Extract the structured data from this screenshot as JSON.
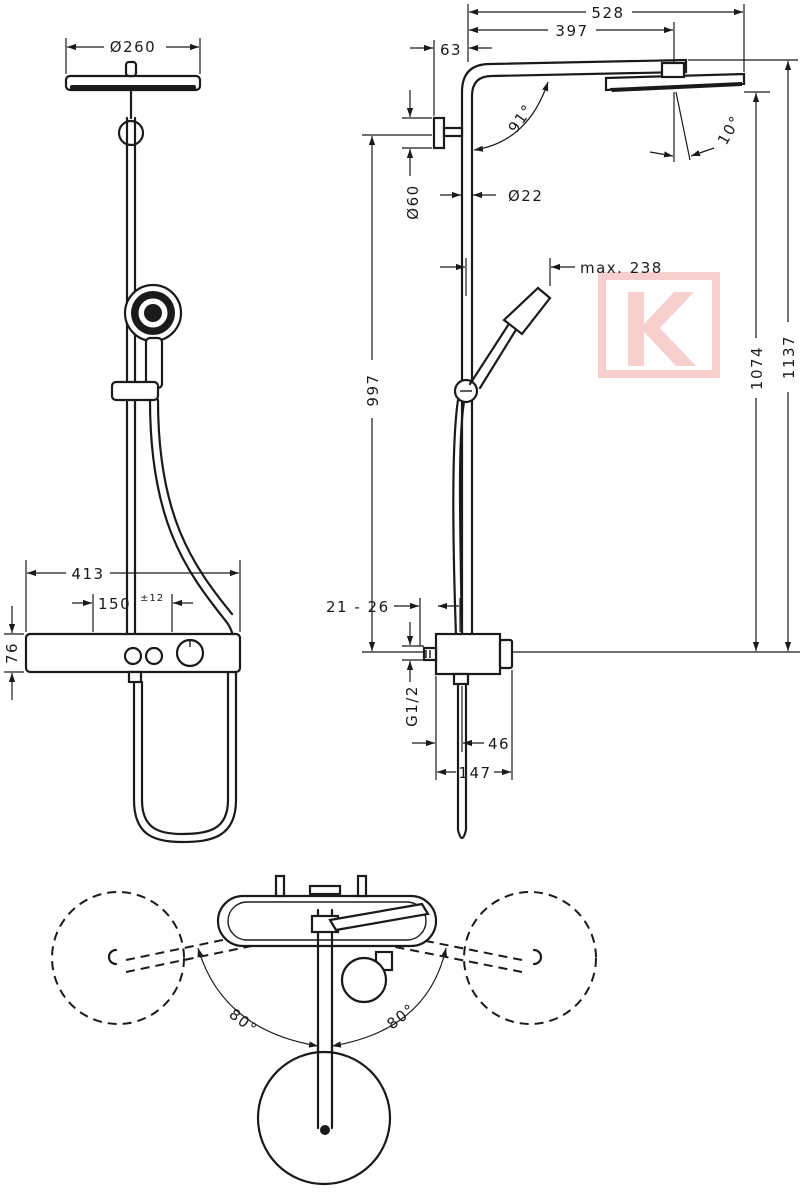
{
  "drawing": {
    "front_view": {
      "head_diameter": "Ø260",
      "thermostat_width": "413",
      "handle_spacing": "150",
      "handle_spacing_tol": "±12",
      "thermostat_height": "76"
    },
    "side_view": {
      "arm_length": "528",
      "arm_length_to_center": "397",
      "wall_offset": "63",
      "arm_angle": "91°",
      "head_tilt": "10°",
      "bracket_diameter": "Ø60",
      "rail_diameter": "Ø22",
      "handshower_reach": "max. 238",
      "rail_height": "997",
      "head_height": "1074",
      "total_height": "1137",
      "inlet_offset": "21 - 26",
      "inlet_thread": "G1/2",
      "depth_front": "46",
      "depth_total": "147"
    },
    "top_view": {
      "swivel_left": "80°",
      "swivel_right": "80°"
    }
  }
}
